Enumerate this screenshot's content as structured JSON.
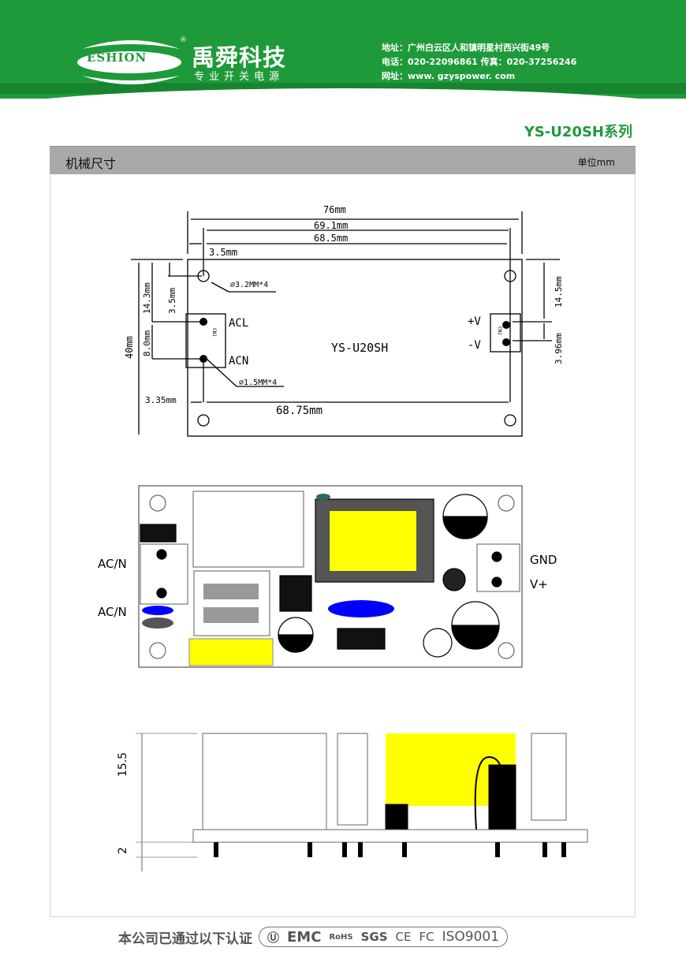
{
  "header": {
    "logo_text": "ESHION",
    "brand": "禹舜科技",
    "registered": "®",
    "slogan": "专业开关电源",
    "address": "地址：广州白云区人和镇明星村西兴街49号",
    "phone": "电话：020-22096861 传真：020-37256246",
    "website": "网址：www. gzyspower. com"
  },
  "series": "YS-U20SH系列",
  "section": {
    "title": "机械尺寸",
    "unit": "单位mm"
  },
  "top_view": {
    "dims": {
      "width": "76mm",
      "d1": "69.1mm",
      "d2": "68.5mm",
      "d3": "3.5mm",
      "d4": "3.35mm",
      "d5": "68.75mm",
      "height": "40mm",
      "h1": "14.3mm",
      "h2": "3.5mm",
      "h3": "8.0mm",
      "h4": "14.5mm",
      "h5": "3.96mm"
    },
    "hole_large": "⌀3.2MM*4",
    "hole_small": "⌀1.5MM*4",
    "model": "YS-U20SH",
    "acl": "ACL",
    "acn": "ACN",
    "pv": "+V",
    "nv": "-V",
    "cn1": "CN1",
    "cn2": "CN2"
  },
  "component_view": {
    "acn1": "AC/N",
    "acn2": "AC/N",
    "gnd": "GND",
    "vplus": "V+"
  },
  "side_view": {
    "height": "15.5",
    "pin": "2"
  },
  "footer": {
    "label": "本公司已通过以下认证",
    "certs": [
      "Ⓤ",
      "EMC",
      "RoHS",
      "SGS",
      "CE",
      "FC",
      "ISO9001"
    ]
  },
  "colors": {
    "green": "#1f9a3a",
    "yellow": "#ffff00",
    "blue": "#0000ff"
  }
}
